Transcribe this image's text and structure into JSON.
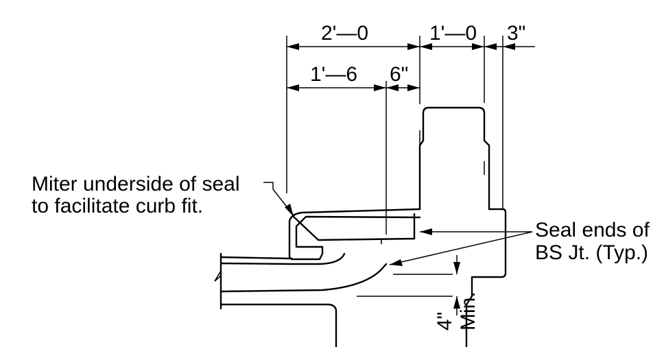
{
  "dimensions": {
    "top_left": "2'—0",
    "top_mid": "1'—0",
    "top_right": "3\"",
    "second_left": "1'—6",
    "second_right": "6\"",
    "clearance_value": "4\"",
    "clearance_suffix": "Min."
  },
  "notes": {
    "miter_line1": "Miter underside of seal",
    "miter_line2": "to facilitate curb fit.",
    "seal_line1": "Seal ends of",
    "seal_line2": "BS Jt. (Typ.)"
  }
}
